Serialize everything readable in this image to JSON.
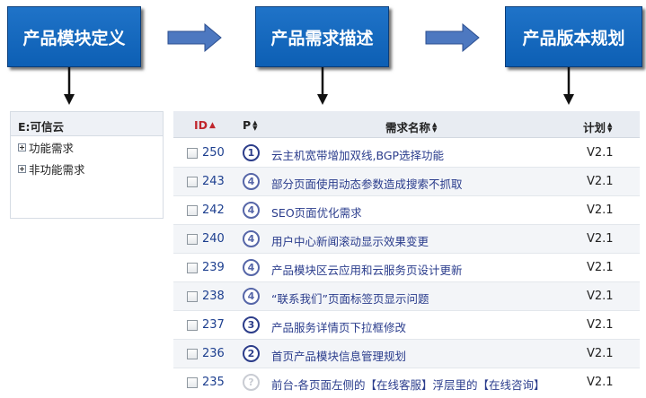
{
  "flow": {
    "step1": "产品模块定义",
    "step2": "产品需求描述",
    "step3": "产品版本规划"
  },
  "tree": {
    "title": "E:可信云",
    "items": [
      {
        "label": "功能需求"
      },
      {
        "label": "非功能需求"
      }
    ]
  },
  "table": {
    "headers": {
      "id": "ID",
      "priority": "P",
      "name": "需求名称",
      "plan": "计划"
    },
    "rows": [
      {
        "id": "250",
        "priority": "1",
        "name": "云主机宽带增加双线,BGP选择功能",
        "plan": "V2.1"
      },
      {
        "id": "243",
        "priority": "4",
        "name": "部分页面使用动态参数造成搜索不抓取",
        "plan": "V2.1"
      },
      {
        "id": "242",
        "priority": "4",
        "name": "SEO页面优化需求",
        "plan": "V2.1"
      },
      {
        "id": "240",
        "priority": "4",
        "name": "用户中心新闻滚动显示效果变更",
        "plan": "V2.1"
      },
      {
        "id": "239",
        "priority": "4",
        "name": "产品模块区云应用和云服务页设计更新",
        "plan": "V2.1"
      },
      {
        "id": "238",
        "priority": "4",
        "name": "“联系我们”页面标签页显示问题",
        "plan": "V2.1"
      },
      {
        "id": "237",
        "priority": "3",
        "name": "产品服务详情页下拉框修改",
        "plan": "V2.1"
      },
      {
        "id": "236",
        "priority": "2",
        "name": "首页产品模块信息管理规划",
        "plan": "V2.1"
      },
      {
        "id": "235",
        "priority": "?",
        "name": "前台-各页面左侧的【在线客服】浮层里的【在线咨询】",
        "plan": "V2.1"
      }
    ]
  },
  "colors": {
    "flow_box": "#1466bd",
    "link_text": "#2a3c8c",
    "id_header": "#c0262d"
  }
}
